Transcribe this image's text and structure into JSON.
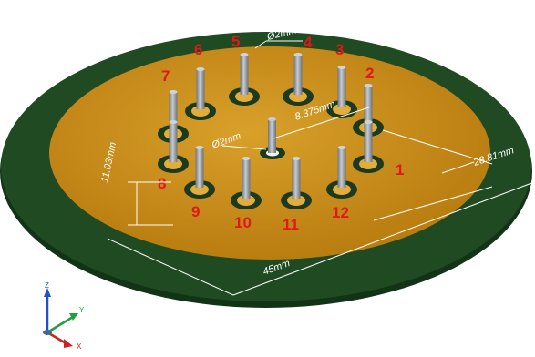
{
  "pins": [
    {
      "label": "1"
    },
    {
      "label": "2"
    },
    {
      "label": "3"
    },
    {
      "label": "4"
    },
    {
      "label": "5"
    },
    {
      "label": "6"
    },
    {
      "label": "7"
    },
    {
      "label": "8"
    },
    {
      "label": "9"
    },
    {
      "label": "10"
    },
    {
      "label": "11"
    },
    {
      "label": "12"
    }
  ],
  "dimensions": {
    "pin_diameter": "Ø2mm",
    "center_hole_diameter": "Ø2mm",
    "pin_circle": "8.375mm",
    "height": "11.03mm",
    "inner_diameter": "28.81mm",
    "outer_diameter": "45mm"
  },
  "axes": {
    "z": "Z",
    "y": "Y",
    "x": "X"
  },
  "colors": {
    "board_edge": "#1f4a22",
    "board_face": "#c98a14",
    "pin_metal": "#9aa2ad",
    "pad_ring": "#1b3a1f",
    "label": "#e01818",
    "axis_z": "#2050c8",
    "axis_y": "#20a040",
    "axis_x": "#d02020"
  }
}
